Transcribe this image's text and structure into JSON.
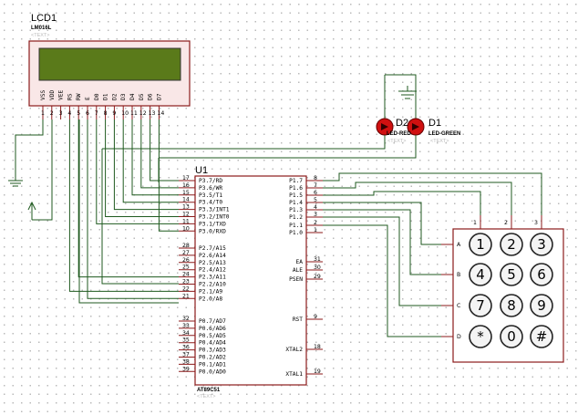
{
  "lcd": {
    "ref": "LCD1",
    "value": "LM016L",
    "text": "<TEXT>",
    "pins": [
      {
        "name": "VSS",
        "num": "1"
      },
      {
        "name": "VDD",
        "num": "2"
      },
      {
        "name": "VEE",
        "num": "3"
      },
      {
        "name": "RS",
        "num": "4"
      },
      {
        "name": "RW",
        "num": "5"
      },
      {
        "name": "E",
        "num": "6"
      },
      {
        "name": "D0",
        "num": "7"
      },
      {
        "name": "D1",
        "num": "8"
      },
      {
        "name": "D2",
        "num": "9"
      },
      {
        "name": "D3",
        "num": "10"
      },
      {
        "name": "D4",
        "num": "11"
      },
      {
        "name": "D5",
        "num": "12"
      },
      {
        "name": "D6",
        "num": "13"
      },
      {
        "name": "D7",
        "num": "14"
      }
    ]
  },
  "leds": [
    {
      "ref": "D2",
      "value": "LED-RED",
      "text": "<TEXT>",
      "color": "#d01010"
    },
    {
      "ref": "D1",
      "value": "LED-GREEN",
      "text": "<TEXT>",
      "color": "#d01010"
    }
  ],
  "mcu": {
    "ref": "U1",
    "value": "AT89C51",
    "text": "<TEXT>",
    "left_pins": [
      {
        "name": "P3.7/RD",
        "num": "17"
      },
      {
        "name": "P3.6/WR",
        "num": "16"
      },
      {
        "name": "P3.5/T1",
        "num": "15"
      },
      {
        "name": "P3.4/T0",
        "num": "14"
      },
      {
        "name": "P3.3/INT1",
        "num": "13"
      },
      {
        "name": "P3.2/INT0",
        "num": "12"
      },
      {
        "name": "P3.1/TXD",
        "num": "11"
      },
      {
        "name": "P3.0/RXD",
        "num": "10"
      },
      {
        "name": "P2.7/A15",
        "num": "28"
      },
      {
        "name": "P2.6/A14",
        "num": "27"
      },
      {
        "name": "P2.5/A13",
        "num": "26"
      },
      {
        "name": "P2.4/A12",
        "num": "25"
      },
      {
        "name": "P2.3/A11",
        "num": "24"
      },
      {
        "name": "P2.2/A10",
        "num": "23"
      },
      {
        "name": "P2.1/A9",
        "num": "22"
      },
      {
        "name": "P2.0/A8",
        "num": "21"
      },
      {
        "name": "P0.7/AD7",
        "num": "32"
      },
      {
        "name": "P0.6/AD6",
        "num": "33"
      },
      {
        "name": "P0.5/AD5",
        "num": "34"
      },
      {
        "name": "P0.4/AD4",
        "num": "35"
      },
      {
        "name": "P0.3/AD3",
        "num": "36"
      },
      {
        "name": "P0.2/AD2",
        "num": "37"
      },
      {
        "name": "P0.1/AD1",
        "num": "38"
      },
      {
        "name": "P0.0/AD0",
        "num": "39"
      }
    ],
    "right_pins": [
      {
        "name": "P1.7",
        "num": "8"
      },
      {
        "name": "P1.6",
        "num": "7"
      },
      {
        "name": "P1.5",
        "num": "6"
      },
      {
        "name": "P1.4",
        "num": "5"
      },
      {
        "name": "P1.3",
        "num": "4"
      },
      {
        "name": "P1.2",
        "num": "3"
      },
      {
        "name": "P1.1",
        "num": "2"
      },
      {
        "name": "P1.0",
        "num": "1"
      },
      {
        "name": "EA",
        "num": "31"
      },
      {
        "name": "ALE",
        "num": "30"
      },
      {
        "name": "PSEN",
        "num": "29"
      },
      {
        "name": "RST",
        "num": "9"
      },
      {
        "name": "XTAL2",
        "num": "18"
      },
      {
        "name": "XTAL1",
        "num": "19"
      }
    ]
  },
  "keypad": {
    "col_labels": [
      "1",
      "2",
      "3"
    ],
    "row_labels": [
      "A",
      "B",
      "C",
      "D"
    ],
    "keys": [
      "1",
      "2",
      "3",
      "4",
      "5",
      "6",
      "7",
      "8",
      "9",
      "*",
      "0",
      "#"
    ]
  }
}
